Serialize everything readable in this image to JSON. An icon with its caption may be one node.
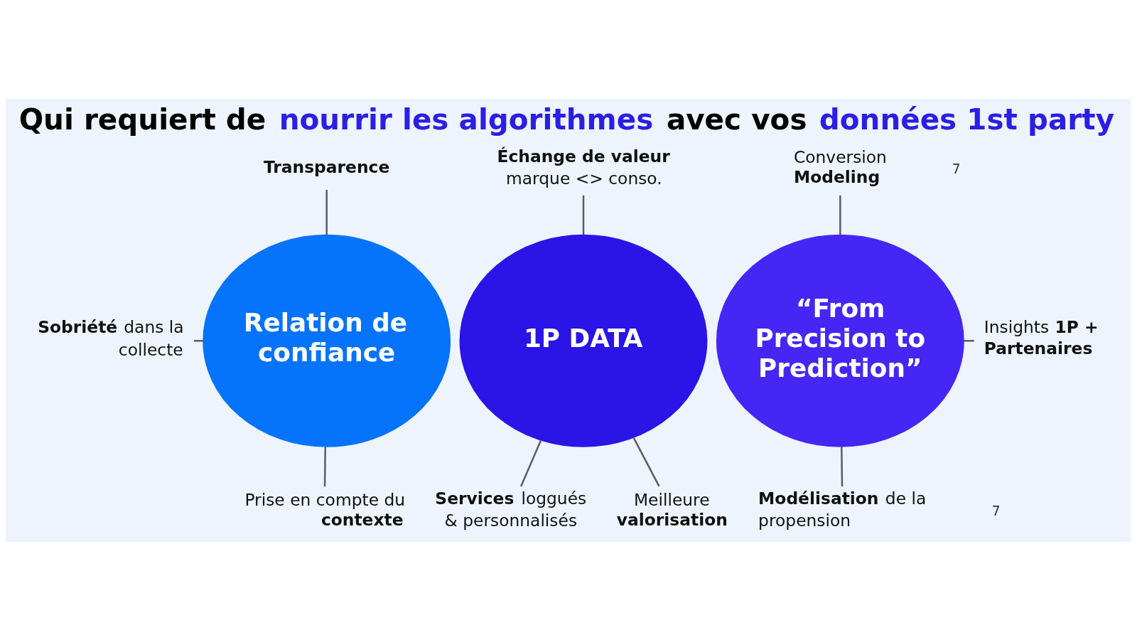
{
  "diagram": {
    "title": "Qui requiert de **nourrir les algorithmes** avec vos **données 1st party**",
    "nodes": [
      {
        "text": [
          "Relation de confiance"
        ]
      },
      {
        "text": [
          "1P DATA"
        ]
      },
      {
        "text": [
          "“From Precision to Prediction”"
        ]
      },
      {
        "text": [
          "Transparence"
        ]
      },
      {
        "text": [
          "**Sobriété** dans la collecte"
        ]
      },
      {
        "text": [
          "Prise en compte du **contexte**"
        ]
      },
      {
        "text": [
          "**Échange de valeur** marque <> conso."
        ]
      },
      {
        "text": [
          "**Services** loggués & personnalisés"
        ]
      },
      {
        "text": [
          "Meilleure **valorisation**"
        ]
      },
      {
        "text": [
          "Conversion **Modeling**"
        ]
      },
      {
        "text": [
          "Insights **1P + Partenaires**"
        ]
      },
      {
        "text": [
          "**Modélisation** de la propension"
        ]
      }
    ],
    "edges": [
      {
        "from": 3,
        "to": 0,
        "arrow": "none"
      },
      {
        "from": 4,
        "to": 0,
        "arrow": "none"
      },
      {
        "from": 0,
        "to": 5,
        "arrow": "none"
      },
      {
        "from": 6,
        "to": 1,
        "arrow": "none"
      },
      {
        "from": 1,
        "to": 7,
        "arrow": "none"
      },
      {
        "from": 1,
        "to": 8,
        "arrow": "none"
      },
      {
        "from": 9,
        "to": 2,
        "arrow": "none"
      },
      {
        "from": 2,
        "to": 10,
        "arrow": "none"
      },
      {
        "from": 2,
        "to": 11,
        "arrow": "none"
      }
    ],
    "labels": [
      "7",
      "7"
    ]
  }
}
